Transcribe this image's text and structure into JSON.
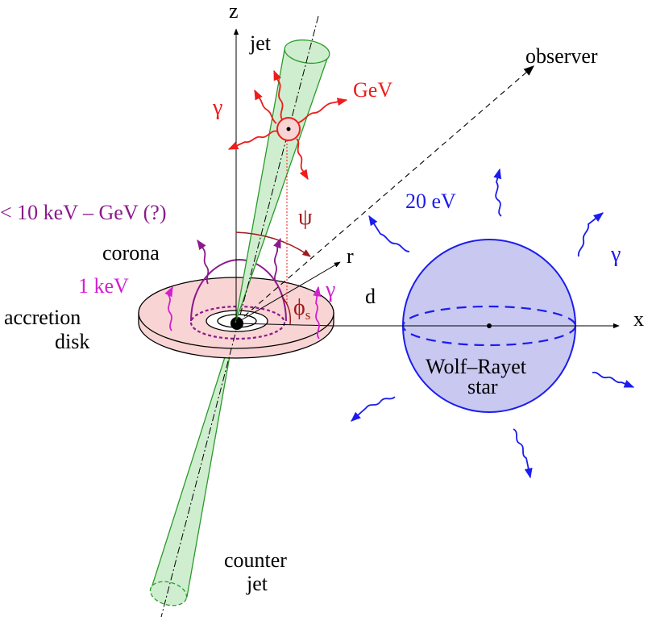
{
  "labels": {
    "z": "z",
    "x": "x",
    "jet": "jet",
    "observer": "observer",
    "gev": "GeV",
    "gamma": "γ",
    "psi": "ψ",
    "band": "< 10 keV – GeV (?)",
    "twenty_ev": "20 eV",
    "corona": "corona",
    "one_kev": "1 keV",
    "accretion": "accretion",
    "disk": "disk",
    "r": "r",
    "d": "d",
    "phi": "ϕ",
    "phi_sub": "s",
    "wolf_rayet": "Wolf–Rayet",
    "star": "star",
    "counter": "counter",
    "counter_jet": "jet"
  },
  "colors": {
    "red": "#ee1c1c",
    "dark_red": "#9e1b1b",
    "purple": "#8b1a8b",
    "magenta": "#d21fd2",
    "blue": "#1c1cee",
    "star_fill": "#c8c8f0",
    "disk_fill": "#f9d4d4",
    "jet_fill": "#cfeecf",
    "jet_stroke": "#2a9a2a"
  }
}
